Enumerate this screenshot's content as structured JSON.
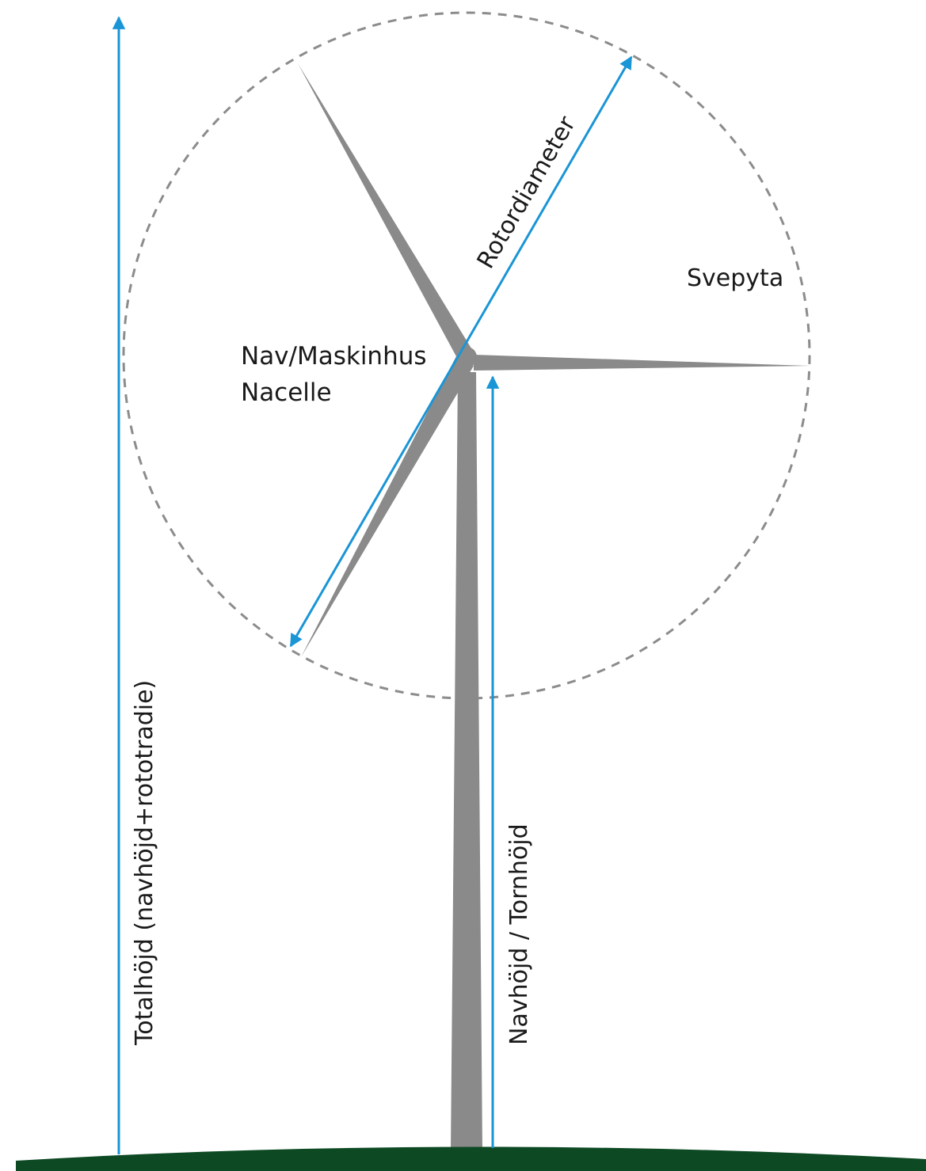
{
  "labels": {
    "total_height": "Totalhöjd (navhöjd+rototradie)",
    "hub_height": "Navhöjd / Tornhöjd",
    "rotor_diameter": "Rotordiameter",
    "swept_area": "Svepyta",
    "nacelle_line1": "Nav/Maskinhus",
    "nacelle_line2": "Nacelle"
  },
  "colors": {
    "dimension_arrow": "#1a95d6",
    "turbine": "#8a8a8a",
    "ground": "#0d4a24",
    "sweep_circle": "#8c8c8c",
    "text": "#1a1a1a",
    "background": "#ffffff"
  }
}
